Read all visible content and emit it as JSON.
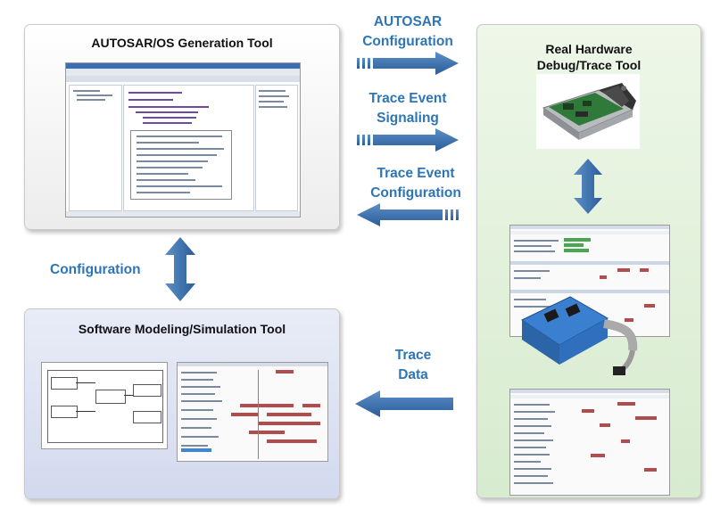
{
  "panels": {
    "autosar_tool": {
      "title": "AUTOSAR/OS Generation Tool"
    },
    "hardware_tool": {
      "title_line1": "Real Hardware",
      "title_line2": "Debug/Trace Tool"
    },
    "modeling_tool": {
      "title": "Software Modeling/Simulation Tool"
    }
  },
  "flows": {
    "autosar_configuration": {
      "line1": "AUTOSAR",
      "line2": "Configuration"
    },
    "trace_event_signaling": {
      "line1": "Trace Event",
      "line2": "Signaling"
    },
    "trace_event_configuration": {
      "line1": "Trace Event",
      "line2": "Configuration"
    },
    "configuration": {
      "label": "Configuration"
    },
    "trace_data": {
      "line1": "Trace",
      "line2": "Data"
    }
  },
  "colors": {
    "arrow_blue": "#2e75b6",
    "arrow_dark": "#1f4e79",
    "hw_panel_bg": "#dcefd4",
    "sw_panel_bg": "#dde2f2",
    "os_panel_bg": "#f2f2f2"
  }
}
